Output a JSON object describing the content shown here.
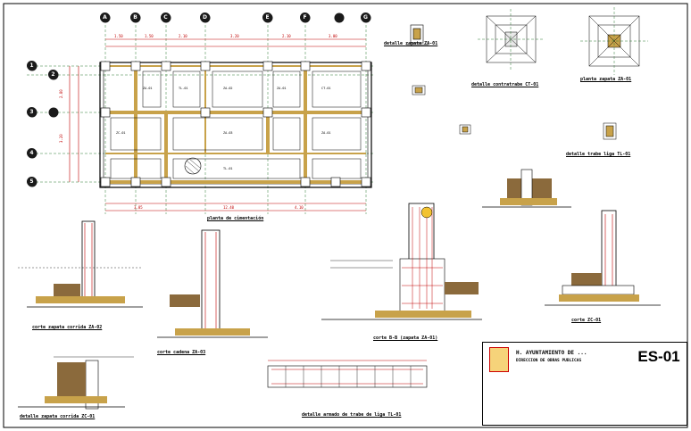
{
  "sheet": {
    "code": "ES-01",
    "institution": "H. AYUNTAMIENTO DE ...",
    "subtitle": "DIRECCION DE OBRAS PUBLICAS"
  },
  "plan": {
    "title": "planta de cimentación",
    "column_axes": [
      "A",
      "B",
      "C",
      "D",
      "E",
      "F",
      "G"
    ],
    "row_axes": [
      "1",
      "2",
      "3",
      "4",
      "5"
    ]
  },
  "details": {
    "zapata_za01": "detalle zapata ZA-01",
    "planta_zapata": "planta zapata ZA-01",
    "contratrabe": "detalle contratrabe CT-01",
    "trabe_liga": "detalle trabe liga TL-01",
    "corte_bb": "corte B-B (zapata ZA-01)",
    "corte_zc01": "corte ZC-01",
    "muro_zc": "detalle zapata corrida ZC-01",
    "armado_trabe": "detalle armado de trabe de liga TL-01",
    "corte_muro": "corte zapata corrida ZA-02",
    "corte_cadena": "corte cadena ZA-03"
  },
  "colors": {
    "beam": "#c8a24a",
    "footing": "#8b6a3c",
    "dim": "#c00000",
    "axis": "#2e7d32",
    "line": "#000000"
  }
}
